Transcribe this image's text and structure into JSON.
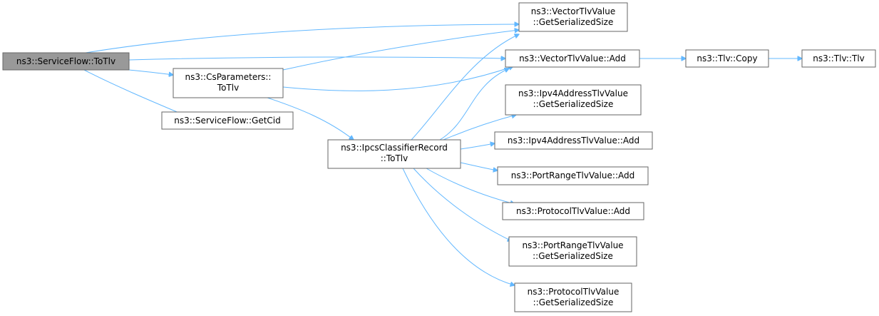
{
  "nodes": {
    "service_flow_totlv": {
      "lines": [
        "ns3::ServiceFlow::ToTlv"
      ]
    },
    "cs_parameters_totlv": {
      "lines": [
        "ns3::CsParameters::",
        "ToTlv"
      ]
    },
    "service_flow_getcid": {
      "lines": [
        "ns3::ServiceFlow::GetCid"
      ]
    },
    "ipcs_classifier_record_totlv": {
      "lines": [
        "ns3::IpcsClassifierRecord",
        "::ToTlv"
      ]
    },
    "vector_tlv_value_getserializedsize": {
      "lines": [
        "ns3::VectorTlvValue",
        "::GetSerializedSize"
      ]
    },
    "vector_tlv_value_add": {
      "lines": [
        "ns3::VectorTlvValue::Add"
      ]
    },
    "tlv_copy": {
      "lines": [
        "ns3::Tlv::Copy"
      ]
    },
    "tlv_tlv": {
      "lines": [
        "ns3::Tlv::Tlv"
      ]
    },
    "ipv4_address_tlv_value_getserializedsize": {
      "lines": [
        "ns3::Ipv4AddressTlvValue",
        "::GetSerializedSize"
      ]
    },
    "ipv4_address_tlv_value_add": {
      "lines": [
        "ns3::Ipv4AddressTlvValue::Add"
      ]
    },
    "port_range_tlv_value_add": {
      "lines": [
        "ns3::PortRangeTlvValue::Add"
      ]
    },
    "protocol_tlv_value_add": {
      "lines": [
        "ns3::ProtocolTlvValue::Add"
      ]
    },
    "port_range_tlv_value_getserializedsize": {
      "lines": [
        "ns3::PortRangeTlvValue",
        "::GetSerializedSize"
      ]
    },
    "protocol_tlv_value_getserializedsize": {
      "lines": [
        "ns3::ProtocolTlvValue",
        "::GetSerializedSize"
      ]
    }
  },
  "edges": [
    {
      "from": "service_flow_totlv",
      "to": "vector_tlv_value_getserializedsize"
    },
    {
      "from": "service_flow_totlv",
      "to": "vector_tlv_value_add"
    },
    {
      "from": "service_flow_totlv",
      "to": "cs_parameters_totlv"
    },
    {
      "from": "service_flow_totlv",
      "to": "service_flow_getcid"
    },
    {
      "from": "cs_parameters_totlv",
      "to": "vector_tlv_value_getserializedsize"
    },
    {
      "from": "cs_parameters_totlv",
      "to": "vector_tlv_value_add"
    },
    {
      "from": "cs_parameters_totlv",
      "to": "ipcs_classifier_record_totlv"
    },
    {
      "from": "ipcs_classifier_record_totlv",
      "to": "vector_tlv_value_getserializedsize"
    },
    {
      "from": "ipcs_classifier_record_totlv",
      "to": "vector_tlv_value_add"
    },
    {
      "from": "ipcs_classifier_record_totlv",
      "to": "ipv4_address_tlv_value_getserializedsize"
    },
    {
      "from": "ipcs_classifier_record_totlv",
      "to": "ipv4_address_tlv_value_add"
    },
    {
      "from": "ipcs_classifier_record_totlv",
      "to": "port_range_tlv_value_add"
    },
    {
      "from": "ipcs_classifier_record_totlv",
      "to": "protocol_tlv_value_add"
    },
    {
      "from": "ipcs_classifier_record_totlv",
      "to": "port_range_tlv_value_getserializedsize"
    },
    {
      "from": "ipcs_classifier_record_totlv",
      "to": "protocol_tlv_value_getserializedsize"
    },
    {
      "from": "vector_tlv_value_add",
      "to": "tlv_copy"
    },
    {
      "from": "tlv_copy",
      "to": "tlv_tlv"
    }
  ],
  "colors": {
    "edge": "#63b8ff",
    "node_border": "#666666",
    "root_fill": "#999999",
    "node_fill": "#ffffff"
  }
}
